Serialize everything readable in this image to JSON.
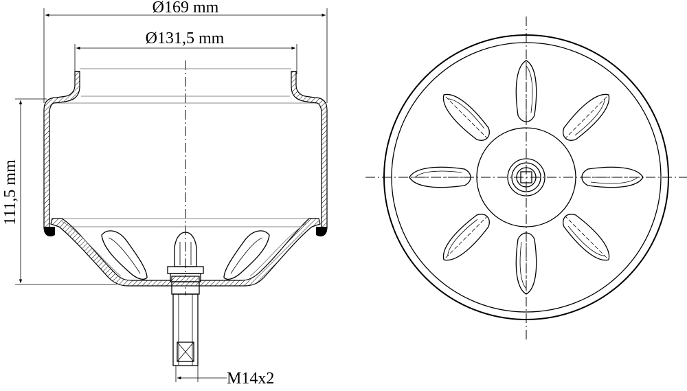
{
  "dimensions": {
    "outer_diameter": "Ø169 mm",
    "inner_diameter": "Ø131,5 mm",
    "height": "111,5 mm",
    "thread": "M14x2"
  },
  "views": [
    "side-section-view",
    "bottom-view"
  ]
}
